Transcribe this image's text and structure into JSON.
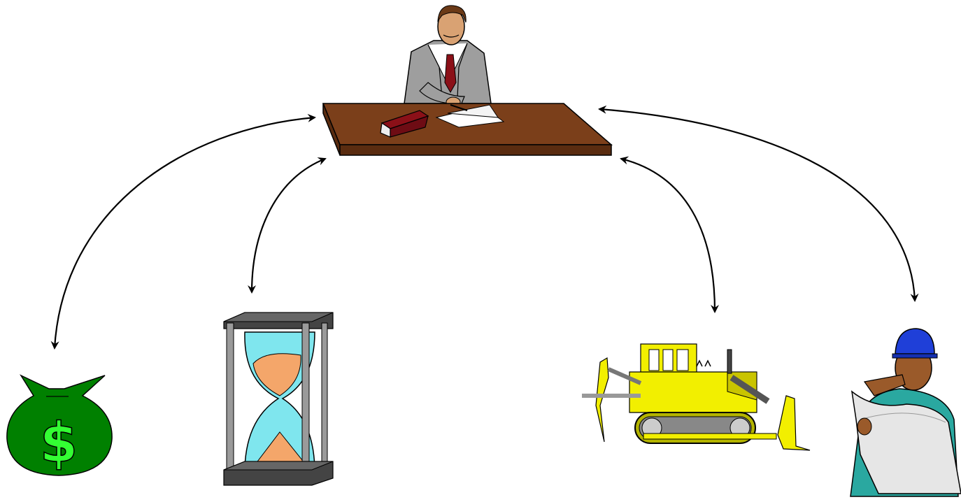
{
  "diagram": {
    "center": {
      "icon": "manager-at-desk-icon"
    },
    "resources": [
      {
        "id": "money",
        "icon": "money-bag-icon"
      },
      {
        "id": "time",
        "icon": "hourglass-icon"
      },
      {
        "id": "equipment",
        "icon": "bulldozer-icon"
      },
      {
        "id": "labor",
        "icon": "construction-worker-icon"
      }
    ],
    "connector_style": "double-headed curved arrows",
    "colors": {
      "desk": "#7b3f1a",
      "suit": "#9e9e9e",
      "tie": "#8b1018",
      "money": "#008000",
      "dollar": "#33ff33",
      "hourglass_glass": "#7fe6ee",
      "sand": "#f4a66a",
      "bulldozer": "#f2ef00",
      "hardhat": "#1f3fd8",
      "shirt": "#2aa8a0",
      "arrow": "#000000"
    }
  }
}
